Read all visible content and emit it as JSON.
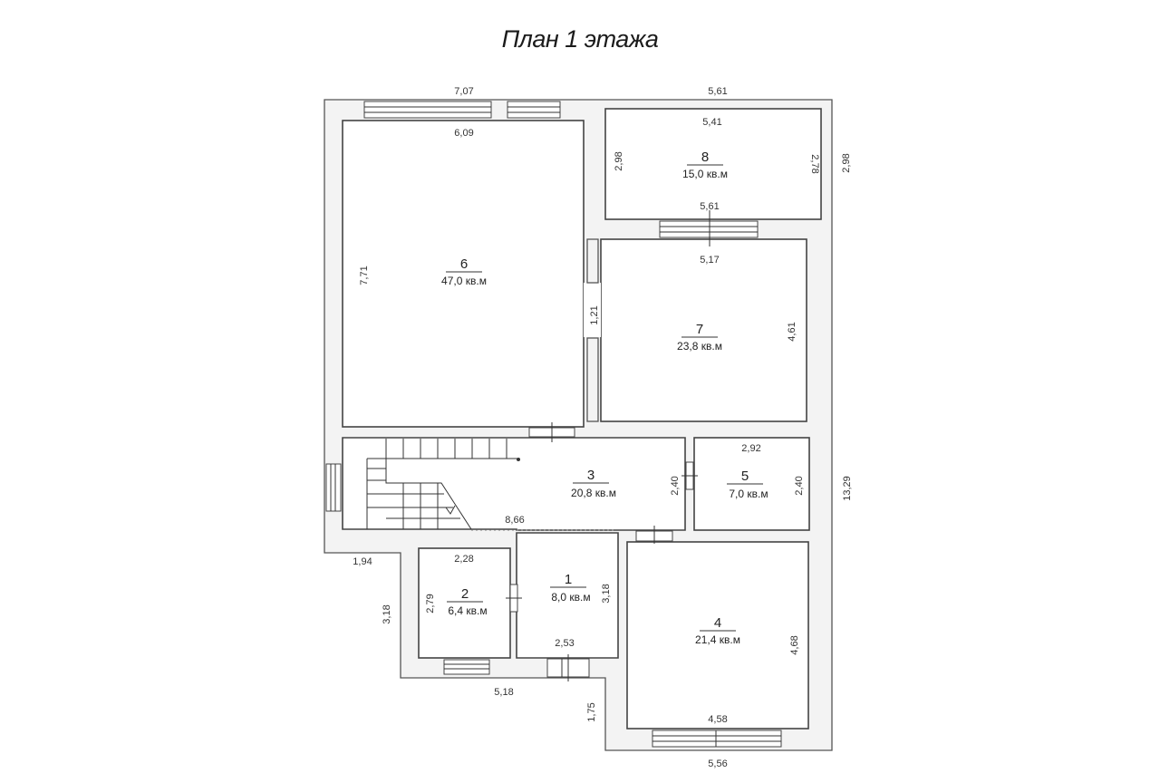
{
  "title": "План 1 этажа",
  "rooms": [
    {
      "number": "1",
      "area": "8,0 кв.м"
    },
    {
      "number": "2",
      "area": "6,4 кв.м"
    },
    {
      "number": "3",
      "area": "20,8 кв.м"
    },
    {
      "number": "4",
      "area": "21,4 кв.м"
    },
    {
      "number": "5",
      "area": "7,0 кв.м"
    },
    {
      "number": "6",
      "area": "47,0 кв.м"
    },
    {
      "number": "7",
      "area": "23,8 кв.м"
    },
    {
      "number": "8",
      "area": "15,0 кв.м"
    }
  ],
  "dimensions": {
    "top_left_outer": "7,07",
    "top_right_outer": "5,61",
    "room8_top": "5,41",
    "room6_top": "6,09",
    "room8_left": "2,98",
    "room8_right": "2,78",
    "right_outer_top": "2,98",
    "room8_bottom": "5,61",
    "room7_top": "5,17",
    "room6_left": "7,71",
    "door_gap": "1,21",
    "room7_right": "4,61",
    "room5_top": "2,92",
    "room3_right": "2,40",
    "room5_right": "2,40",
    "right_outer_total": "13,29",
    "room3_bottom": "8,66",
    "left_step": "1,94",
    "room2_top": "2,28",
    "room2_left": "2,79",
    "left_lower": "3,18",
    "room1_right": "3,18",
    "room1_bottom": "2,53",
    "room4_right": "4,68",
    "bottom_left": "5,18",
    "entry_depth": "1,75",
    "room4_bottom": "4,58",
    "bottom_right": "5,56"
  }
}
